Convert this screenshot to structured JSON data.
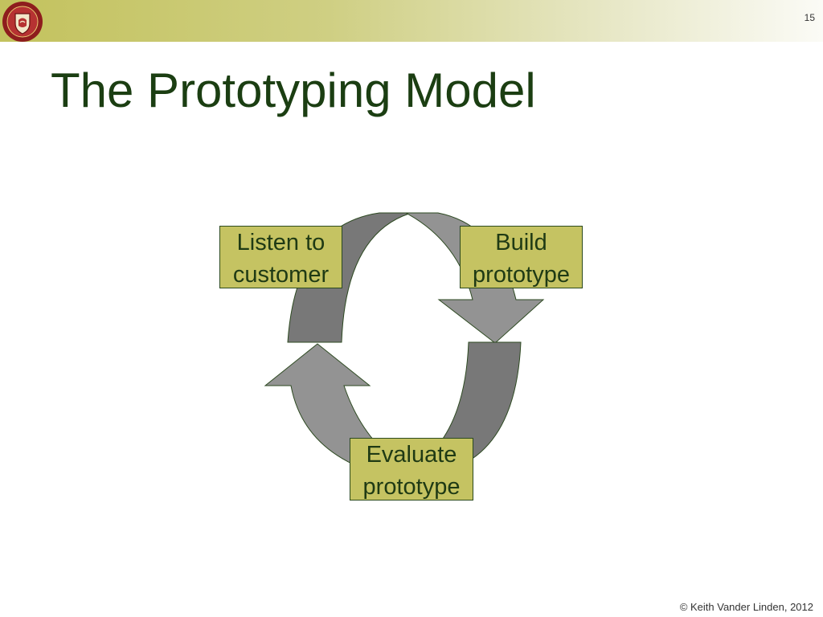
{
  "slide": {
    "number": "15",
    "title": "The Prototyping Model",
    "footer": "© Keith Vander Linden, 2012"
  },
  "diagram": {
    "steps": [
      {
        "line1": "Listen to",
        "line2": "customer"
      },
      {
        "line1": "Build",
        "line2": "prototype"
      },
      {
        "line1": "Evaluate",
        "line2": "prototype"
      }
    ]
  },
  "colors": {
    "title": "#1b3e12",
    "box_fill": "#c5c362",
    "arrow_dark": "#787878",
    "arrow_light": "#939393",
    "seal_red": "#8e1d1d"
  },
  "icons": [
    "college-seal-icon",
    "cycle-arrow-icon"
  ]
}
